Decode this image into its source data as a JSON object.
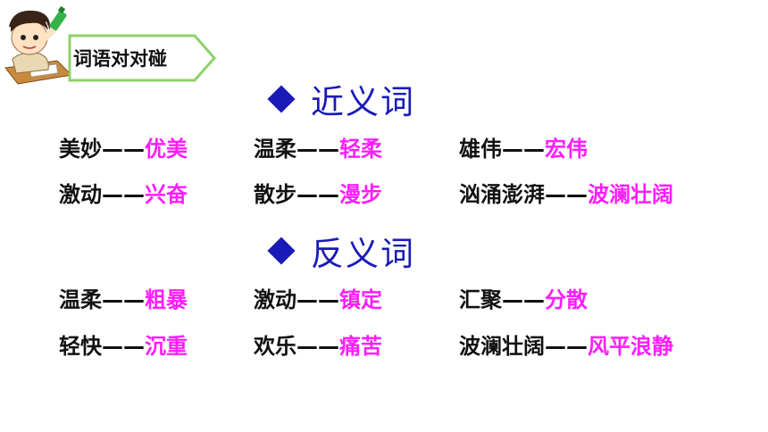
{
  "tag": {
    "label": "词语对对碰"
  },
  "synonyms": {
    "heading": "近义词",
    "pairs": [
      {
        "word": "美妙",
        "dash": "——",
        "answer": "优美"
      },
      {
        "word": "温柔",
        "dash": "——",
        "answer": "轻柔"
      },
      {
        "word": "雄伟",
        "dash": "——",
        "answer": "宏伟"
      },
      {
        "word": "激动",
        "dash": "——",
        "answer": "兴奋"
      },
      {
        "word": "散步",
        "dash": "——",
        "answer": "漫步"
      },
      {
        "word": "汹涌澎湃",
        "dash": "——",
        "answer": "波澜壮阔"
      }
    ]
  },
  "antonyms": {
    "heading": "反义词",
    "pairs": [
      {
        "word": "温柔",
        "dash": "——",
        "answer": "粗暴"
      },
      {
        "word": "激动",
        "dash": "——",
        "answer": "镇定"
      },
      {
        "word": "汇聚",
        "dash": "——",
        "answer": "分散"
      },
      {
        "word": "轻快",
        "dash": "——",
        "answer": "沉重"
      },
      {
        "word": "欢乐",
        "dash": "——",
        "answer": "痛苦"
      },
      {
        "word": "波澜壮阔",
        "dash": "——",
        "answer": "风平浪静"
      }
    ]
  },
  "colors": {
    "heading": "#1a1ab8",
    "answer": "#ff1dff",
    "tag_border": "#8fd16a"
  }
}
